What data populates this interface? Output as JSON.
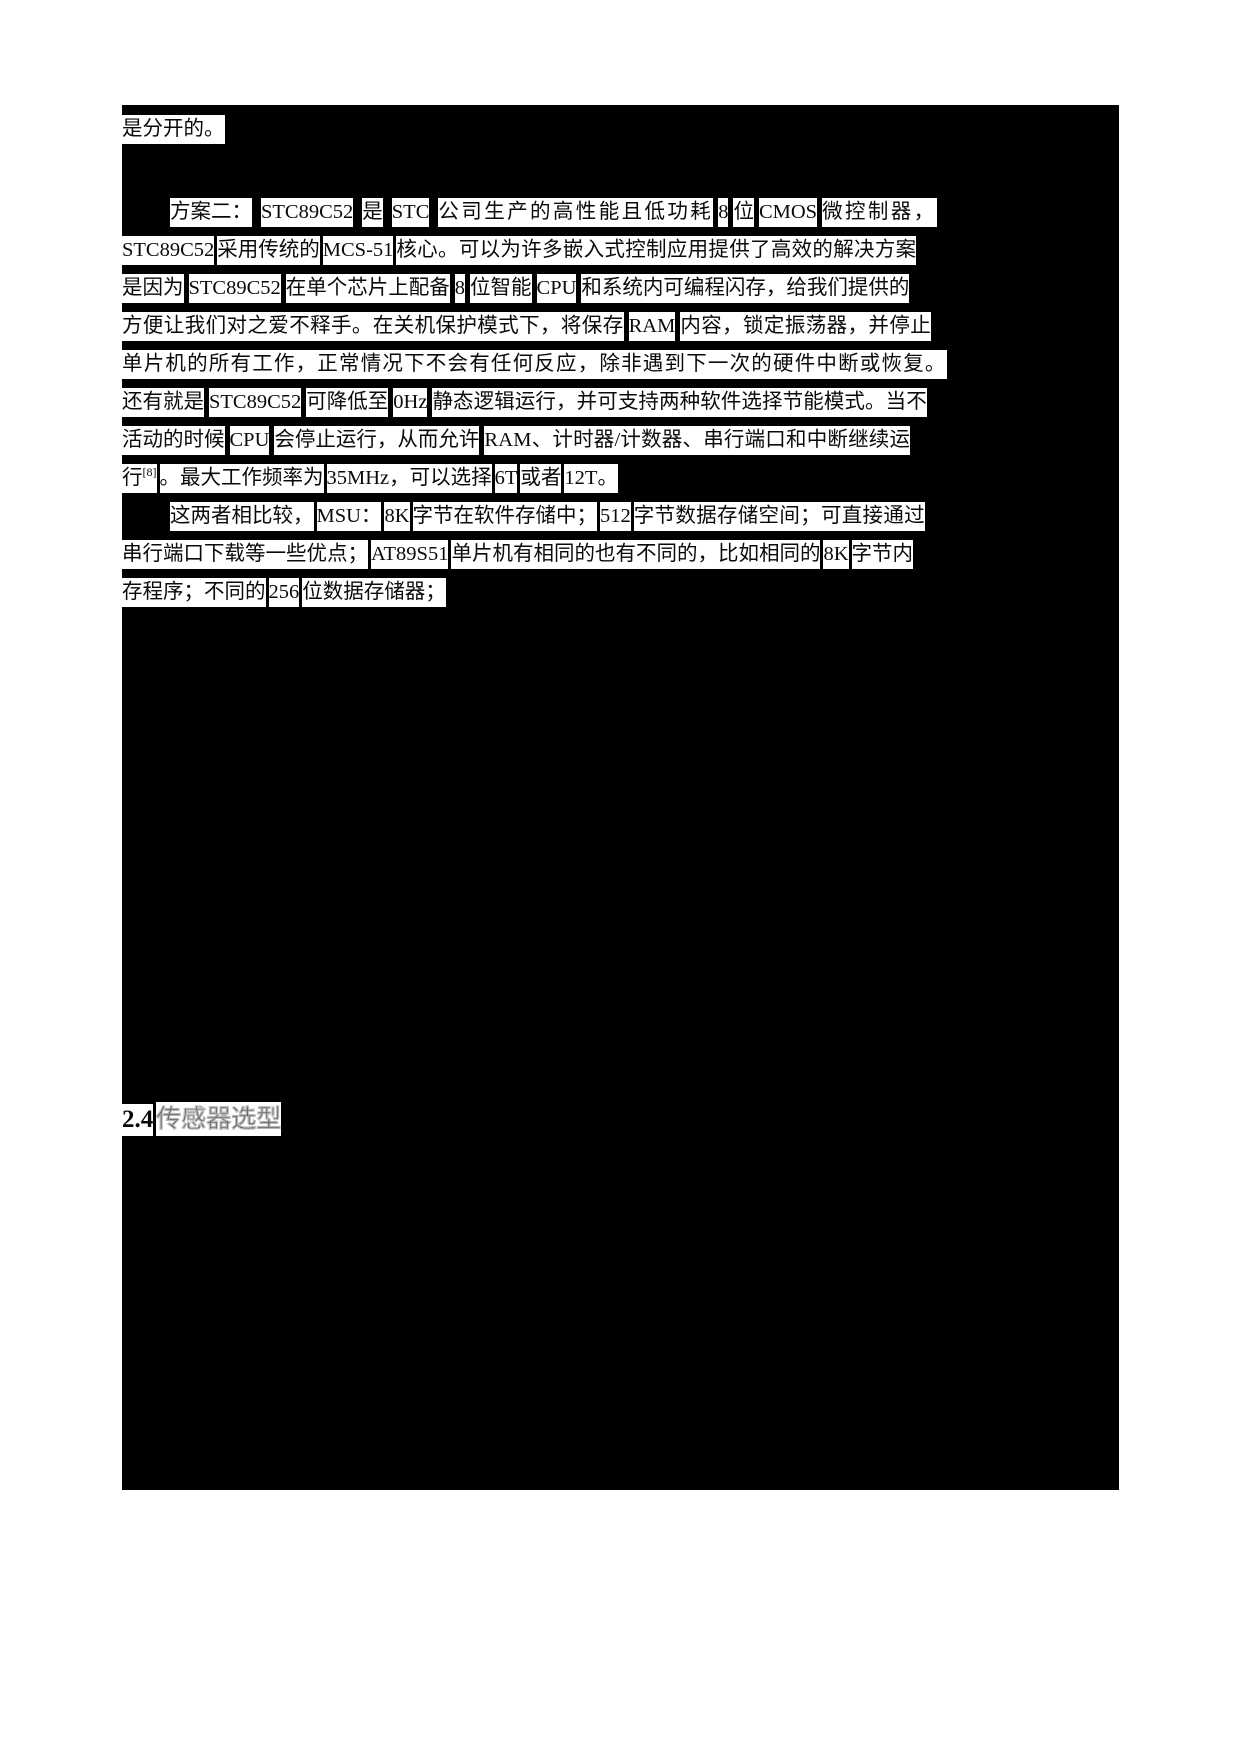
{
  "document": {
    "language": "zh-CN",
    "page_background": "#ffffff",
    "content_background": "#000000",
    "highlight_color": "#ffffff",
    "text_color": "#0a0a0a",
    "blocks": {
      "continuation_line": "是分开的。",
      "paragraph_2_lines": [
        "方案二： STC89C52 是 STC 公司生产的高性能且低功耗 8 位 CMOS 微控制器，",
        "STC89C52 采用传统的 MCS-51 核心。可以为许多嵌入式控制应用提供了高效的解决方案",
        "是因为 STC89C52 在单个芯片上配备 8 位智能 CPU 和系统内可编程闪存，给我们提供的",
        "方便让我们对之爱不释手。在关机保护模式下，将保存 RAM 内容，锁定振荡器，并停止",
        "单片机的所有工作，正常情况下不会有任何反应，除非遇到下一次的硬件中断或恢复。",
        "还有就是 STC89C52 可降低至 0Hz 静态逻辑运行，并可支持两种软件选择节能模式。当不",
        "活动的时候 CPU 会停止运行，从而允许 RAM、计时器/计数器、串行端口和中断继续运",
        "行[8]。最大工作频率为 35MHz，可以选择 6T 或者 12T。"
      ],
      "paragraph_3_lines": [
        "这两者相比较，MSU：8K 字节在软件存储中；512 字节数据存储空间；可直接通过",
        "串行端口下载等一些优点；AT89S51 单片机有相同的也有不同的，比如相同的 8K 字节内",
        "存程序；不同的 256 位数据存储器；"
      ],
      "footnote_marker": "[8]"
    },
    "heading": {
      "number": "2.4",
      "title": "传感器选型",
      "full": "2.4 传感器选型"
    },
    "line_runs": {
      "l0": [
        "是分开的。"
      ],
      "l1": [
        "方案二：",
        "STC89C52",
        "是",
        "STC",
        "公司生产的高性能且低功耗",
        "8",
        "位",
        "CMOS",
        "微控制器，"
      ],
      "l2": [
        "STC89C52",
        "采用传统的",
        "MCS-51",
        "核心。可以为许多嵌入式控制应用提供了高效的解决方案"
      ],
      "l3": [
        "是因为",
        "STC89C52",
        "在单个芯片上配备",
        "8",
        "位智能",
        "CPU",
        "和系统内可编程闪存，给我们提供的"
      ],
      "l4": [
        "方便让我们对之爱不释手。在关机保护模式下，将保存",
        "RAM",
        "内容，锁定振荡器，并停止"
      ],
      "l5": [
        "单片机的所有工作，正常情况下不会有任何反应，除非遇到下一次的硬件中断或恢复。"
      ],
      "l6": [
        "还有就是",
        "STC89C52",
        "可降低至",
        "0Hz",
        "静态逻辑运行，并可支持两种软件选择节能模式。当不"
      ],
      "l7": [
        "活动的时候",
        "CPU",
        "会停止运行，从而允许",
        "RAM、计时器/计数器、串行端口和中断继续运"
      ],
      "l8": [
        "行",
        "[8]",
        "。最大工作频率为",
        "35MHz，可以选择",
        "6T",
        "或者",
        "12T。"
      ],
      "l9": [
        "这两者相比较，",
        "MSU：",
        "8K",
        "字节在软件存储中；",
        "512",
        "字节数据存储空间；可直接通过"
      ],
      "l10": [
        "串行端口下载等一些优点；",
        "AT89S51",
        "单片机有相同的也有不同的，比如相同的",
        "8K",
        "字节内"
      ],
      "l11": [
        "存程序；不同的",
        "256",
        "位数据存储器；"
      ]
    }
  }
}
